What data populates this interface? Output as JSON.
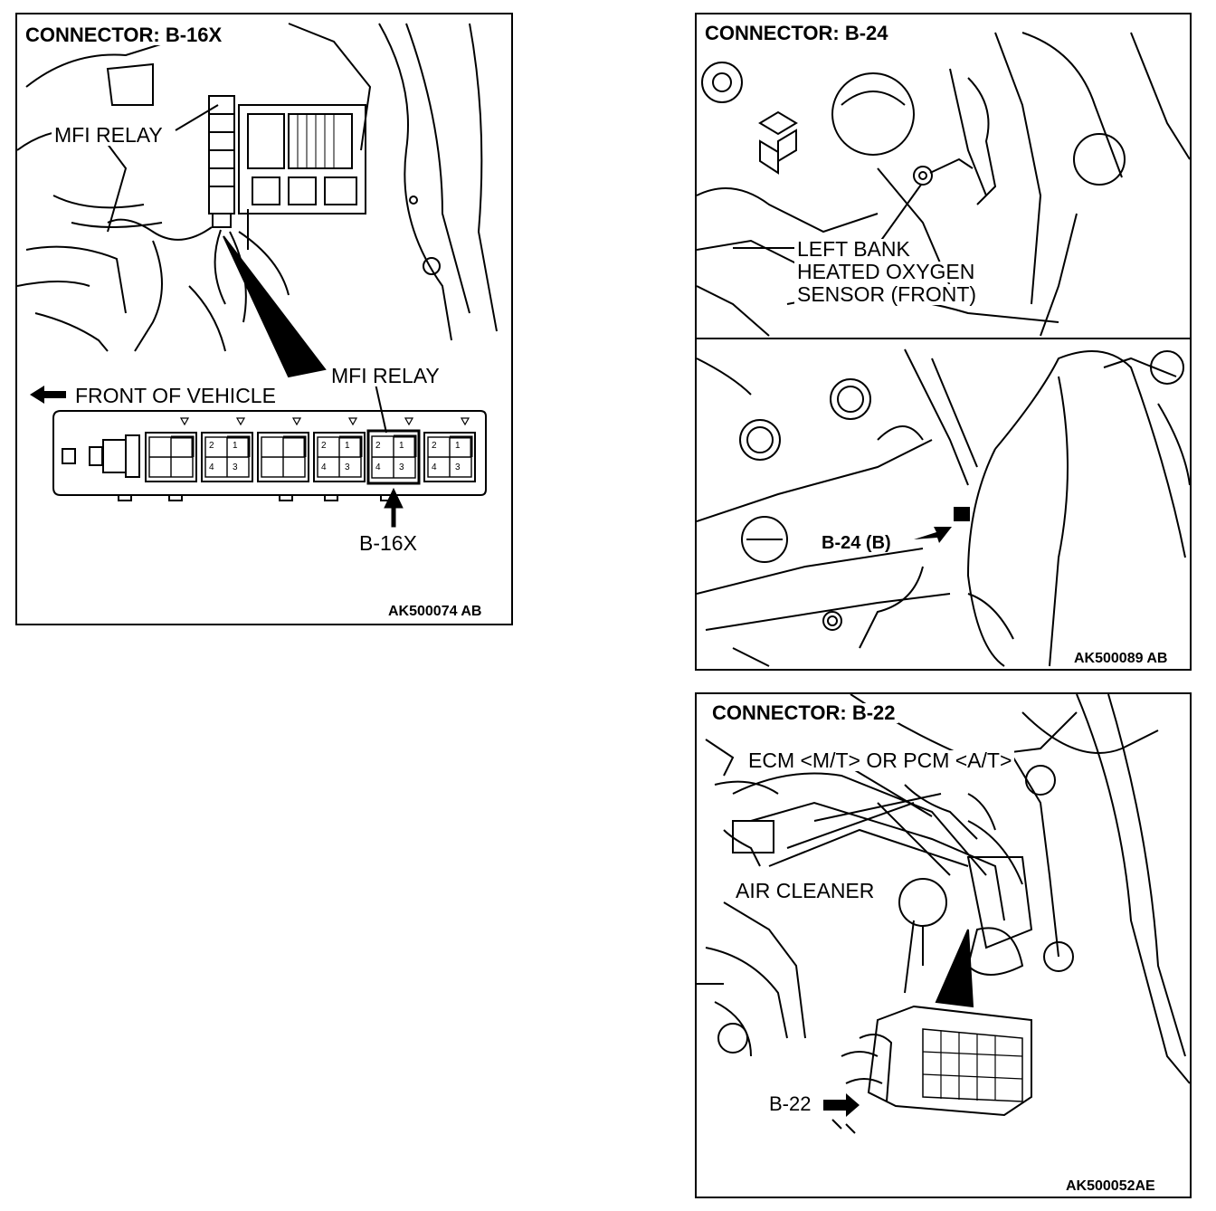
{
  "panels": [
    {
      "title": "CONNECTOR: B-16X",
      "labels": {
        "relay_top": "MFI RELAY",
        "relay_mid": "MFI RELAY",
        "front": "FRONT OF VEHICLE",
        "connector": "B-16X"
      },
      "pin_numbers": [
        "2",
        "1",
        "4",
        "3"
      ],
      "code": "AK500074 AB"
    },
    {
      "title": "CONNECTOR: B-24",
      "labels": {
        "sensor_line1": "LEFT BANK",
        "sensor_line2": "HEATED OXYGEN",
        "sensor_line3": "SENSOR (FRONT)",
        "connector": "B-24 (B)"
      },
      "code": "AK500089 AB"
    },
    {
      "title": "CONNECTOR: B-22",
      "labels": {
        "ecm": "ECM <M/T> OR PCM <A/T>",
        "air_cleaner": "AIR CLEANER",
        "connector": "B-22"
      },
      "code": "AK500052AE"
    }
  ],
  "colors": {
    "line": "#000000",
    "background": "#ffffff"
  }
}
